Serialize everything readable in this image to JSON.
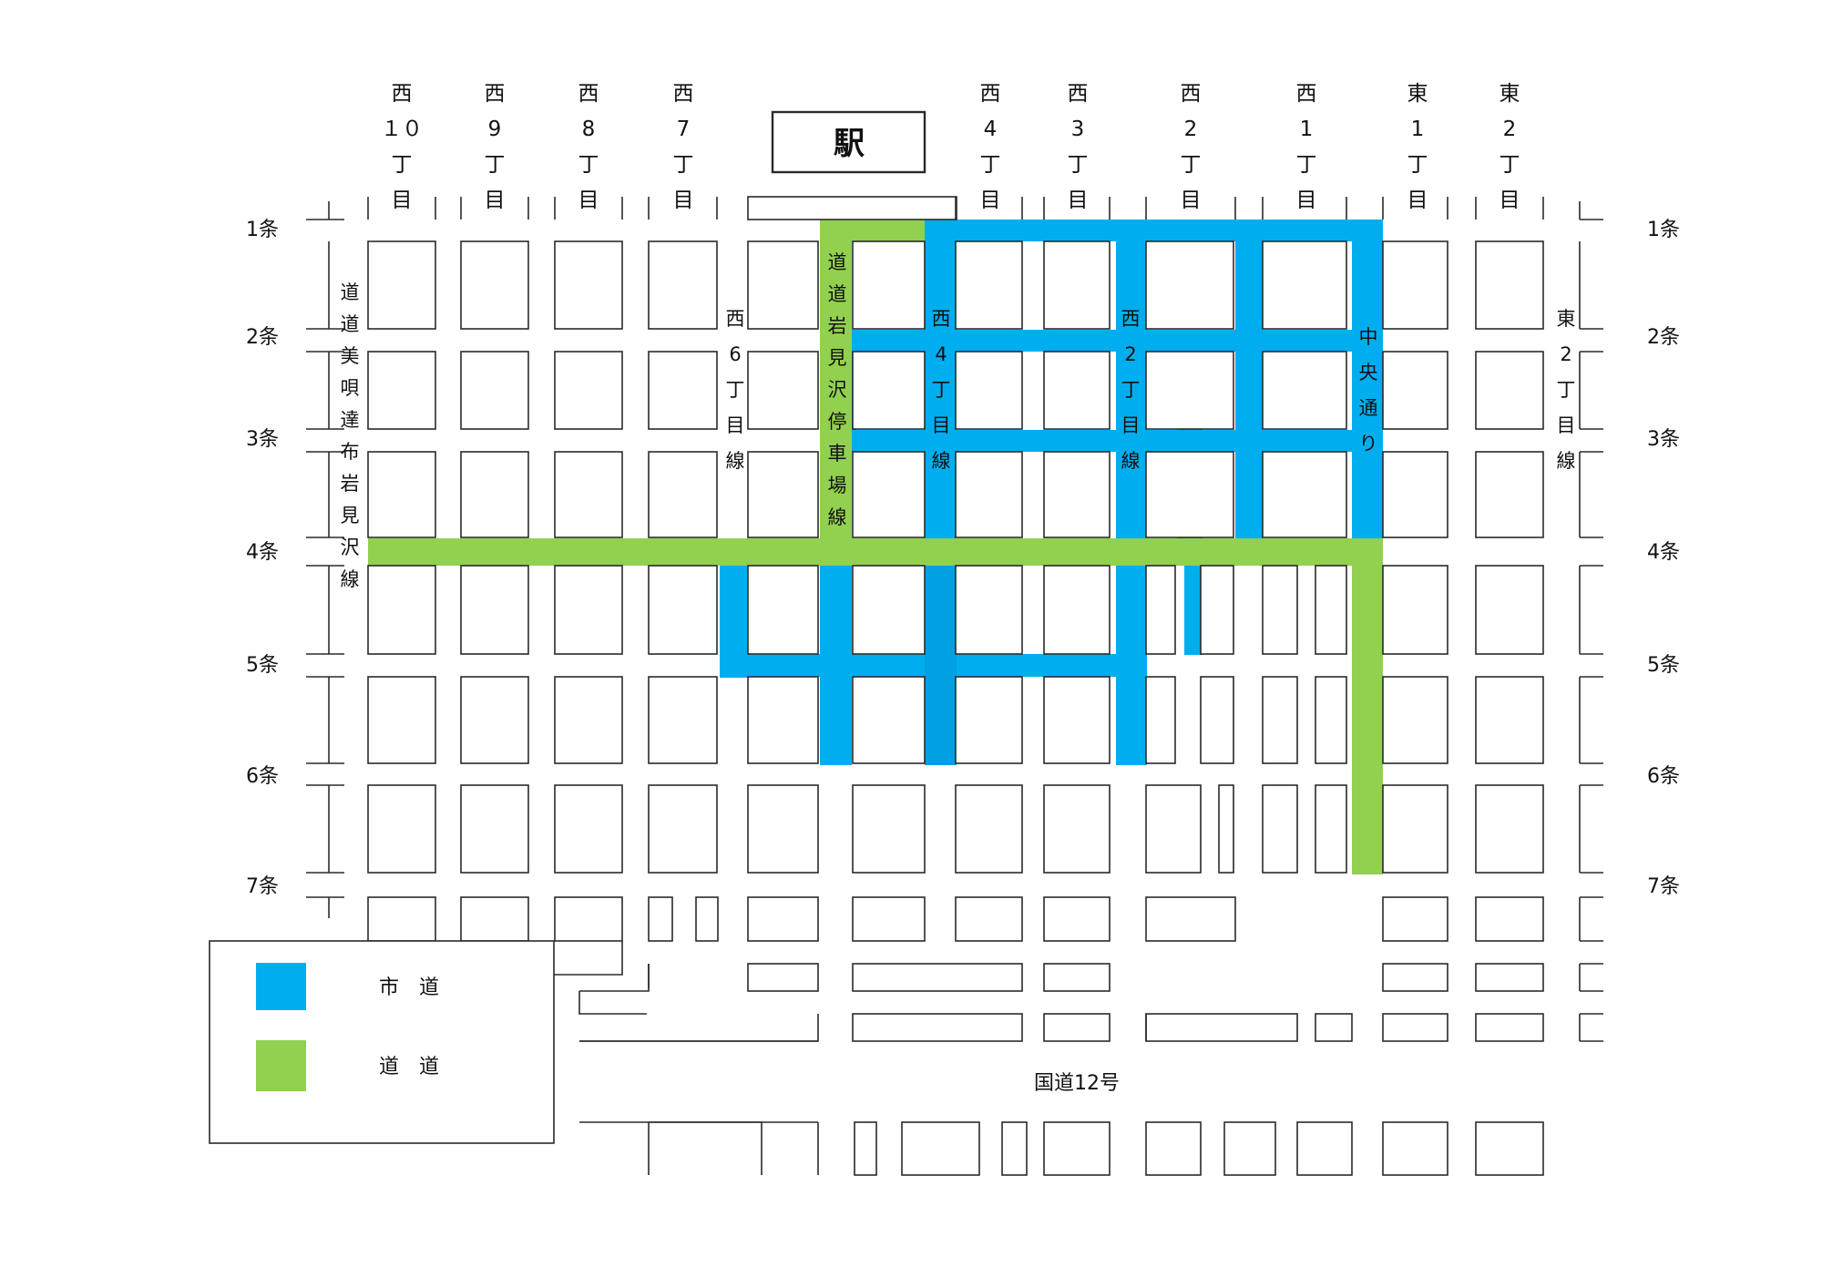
{
  "station": {
    "label": "駅"
  },
  "national_road": {
    "label": "国道12号"
  },
  "colors": {
    "city_road": "#00AEEF",
    "hokkaido_road": "#92D050",
    "city_road_dark": "#00A0E3",
    "block_stroke": "#2a2a2a"
  },
  "columns": [
    {
      "id": "w10",
      "chars": [
        "西",
        "１０",
        "丁",
        "目"
      ]
    },
    {
      "id": "w9",
      "chars": [
        "西",
        "9",
        "丁",
        "目"
      ]
    },
    {
      "id": "w8",
      "chars": [
        "西",
        "8",
        "丁",
        "目"
      ]
    },
    {
      "id": "w7",
      "chars": [
        "西",
        "7",
        "丁",
        "目"
      ]
    },
    {
      "id": "w4",
      "chars": [
        "西",
        "4",
        "丁",
        "目"
      ]
    },
    {
      "id": "w3",
      "chars": [
        "西",
        "3",
        "丁",
        "目"
      ]
    },
    {
      "id": "w2",
      "chars": [
        "西",
        "2",
        "丁",
        "目"
      ]
    },
    {
      "id": "w1",
      "chars": [
        "西",
        "1",
        "丁",
        "目"
      ]
    },
    {
      "id": "e1",
      "chars": [
        "東",
        "1",
        "丁",
        "目"
      ]
    },
    {
      "id": "e2",
      "chars": [
        "東",
        "2",
        "丁",
        "目"
      ]
    }
  ],
  "rows": [
    "1条",
    "2条",
    "3条",
    "4条",
    "5条",
    "6条",
    "7条"
  ],
  "road_names": [
    {
      "id": "bibai-tappu",
      "chars": [
        "道",
        "道",
        "美",
        "唄",
        "達",
        "布",
        "岩",
        "見",
        "沢",
        "線"
      ]
    },
    {
      "id": "w6-line",
      "chars": [
        "西",
        "6",
        "丁",
        "目",
        "線"
      ]
    },
    {
      "id": "station-line",
      "chars": [
        "道",
        "道",
        "岩",
        "見",
        "沢",
        "停",
        "車",
        "場",
        "線"
      ]
    },
    {
      "id": "w4-line",
      "chars": [
        "西",
        "4",
        "丁",
        "目",
        "線"
      ]
    },
    {
      "id": "w2-line",
      "chars": [
        "西",
        "2",
        "丁",
        "目",
        "線"
      ]
    },
    {
      "id": "chuo-dori",
      "chars": [
        "中",
        "央",
        "通",
        "り"
      ]
    },
    {
      "id": "e2-line",
      "chars": [
        "東",
        "2",
        "丁",
        "目",
        "線"
      ]
    }
  ],
  "legend": [
    {
      "id": "city",
      "label": "市　道",
      "color": "#00AEEF"
    },
    {
      "id": "hokkaido",
      "label": "道　道",
      "color": "#92D050"
    }
  ]
}
